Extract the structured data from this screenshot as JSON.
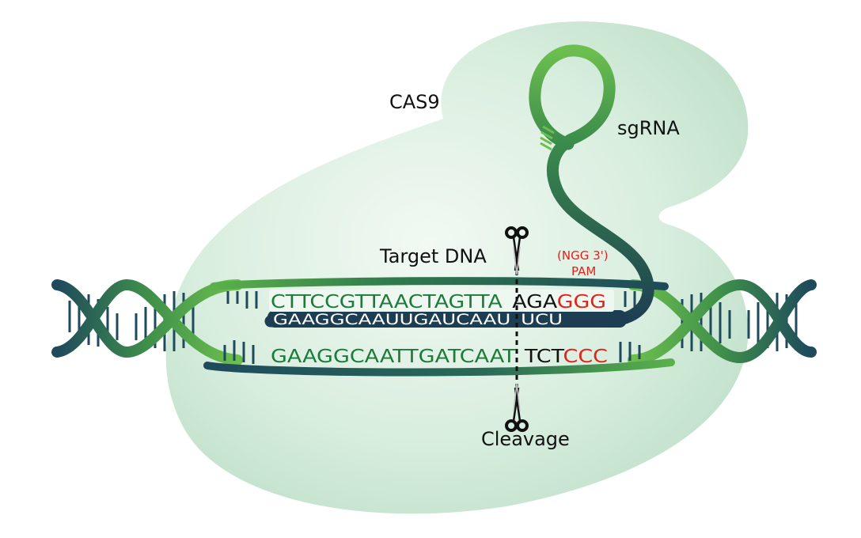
{
  "labels": {
    "cas9": "CAS9",
    "sgrna": "sgRNA",
    "target_dna": "Target DNA",
    "pam_note": "(NGG 3')",
    "pam": "PAM",
    "cleavage": "Cleavage"
  },
  "sequences": {
    "top_target": "CTTCCGTTAACTAGTTA",
    "top_black": "AGA",
    "top_pam": "GGG",
    "rna_main": "GAAGGCAAUUGAUCAAU",
    "rna_tail": "UCU",
    "bottom_target": "GAAGGCAATTGATCAAT",
    "bottom_black": "TCT",
    "bottom_pam": "CCC"
  },
  "colors": {
    "cas9_fill": "#cfe8d6",
    "cas9_inner": "#eef7f0",
    "dna_green": "#5ab04a",
    "dna_dark": "#1e4a5c",
    "seq_green": "#1c7a3a",
    "pam_red": "#e2231a",
    "rna_bg": "#1d3e52",
    "text": "#111111"
  },
  "icons": {
    "scissors_top": "scissors-icon",
    "scissors_bottom": "scissors-icon"
  }
}
